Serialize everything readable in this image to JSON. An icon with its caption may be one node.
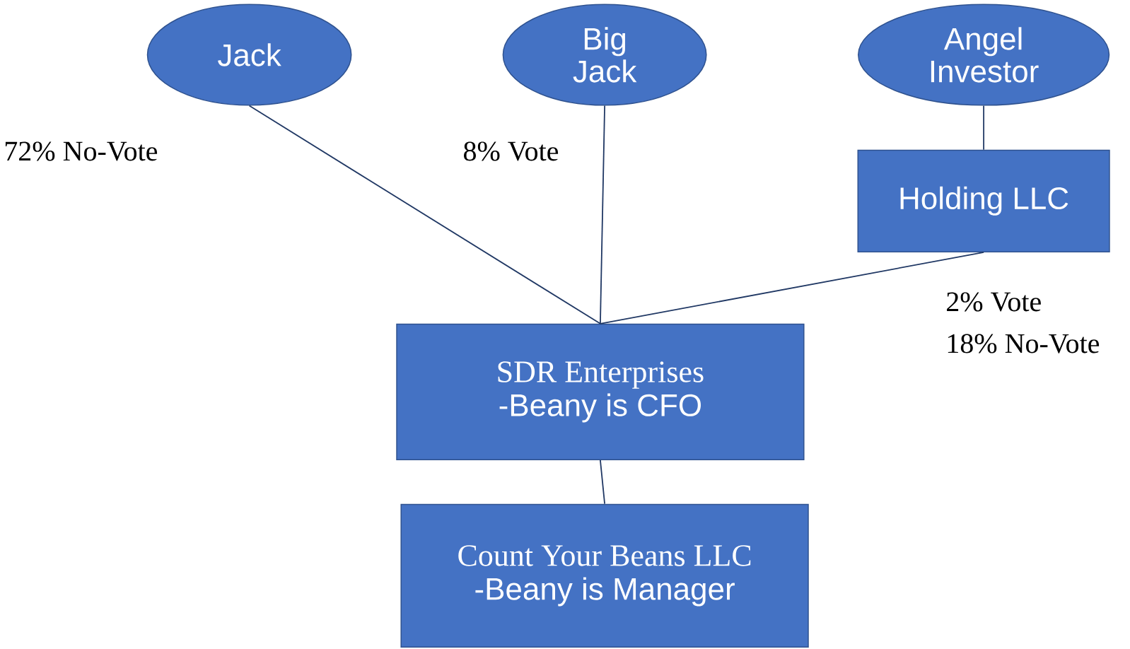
{
  "diagram": {
    "nodes": [
      {
        "text": [
          "Jack"
        ]
      },
      {
        "text": [
          "Big Jack"
        ]
      },
      {
        "text": [
          "Angel Investor"
        ]
      },
      {
        "text": [
          "Holding LLC"
        ]
      },
      {
        "text": [
          "SDR Enterprises",
          "-Beany is CFO"
        ]
      },
      {
        "text": [
          "Count Your Beans LLC",
          "-Beany is Manager"
        ]
      }
    ],
    "edges": [
      {
        "from": 0,
        "to": 4,
        "arrow": "none"
      },
      {
        "from": 1,
        "to": 4,
        "arrow": "none"
      },
      {
        "from": 2,
        "to": 3,
        "arrow": "none"
      },
      {
        "from": 3,
        "to": 4,
        "arrow": "none"
      },
      {
        "from": 4,
        "to": 5,
        "arrow": "none"
      }
    ],
    "labels": [
      "72% No-Vote",
      "8% Vote",
      "2% Vote",
      "18% No-Vote"
    ]
  }
}
